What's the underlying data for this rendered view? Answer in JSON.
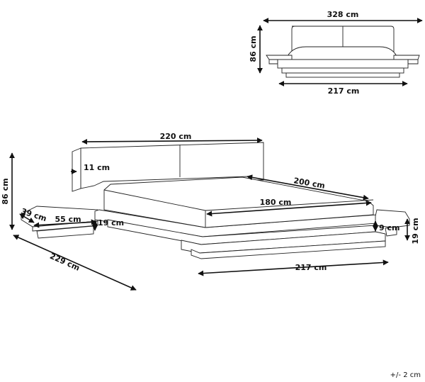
{
  "front_view": {
    "width_overall": "328 cm",
    "height": "86 cm",
    "width_bed": "217 cm"
  },
  "iso_view": {
    "headboard_width": "220 cm",
    "headboard_thickness": "11 cm",
    "mattress_length": "200 cm",
    "mattress_width": "180 cm",
    "height": "86 cm",
    "nightstand_depth": "39 cm",
    "nightstand_width": "55 cm",
    "nightstand_height": "19 cm",
    "platform_step": "9 cm",
    "frame_height": "19 cm",
    "overall_length": "229 cm",
    "frame_width": "217 cm"
  },
  "tolerance": "+/- 2 cm"
}
